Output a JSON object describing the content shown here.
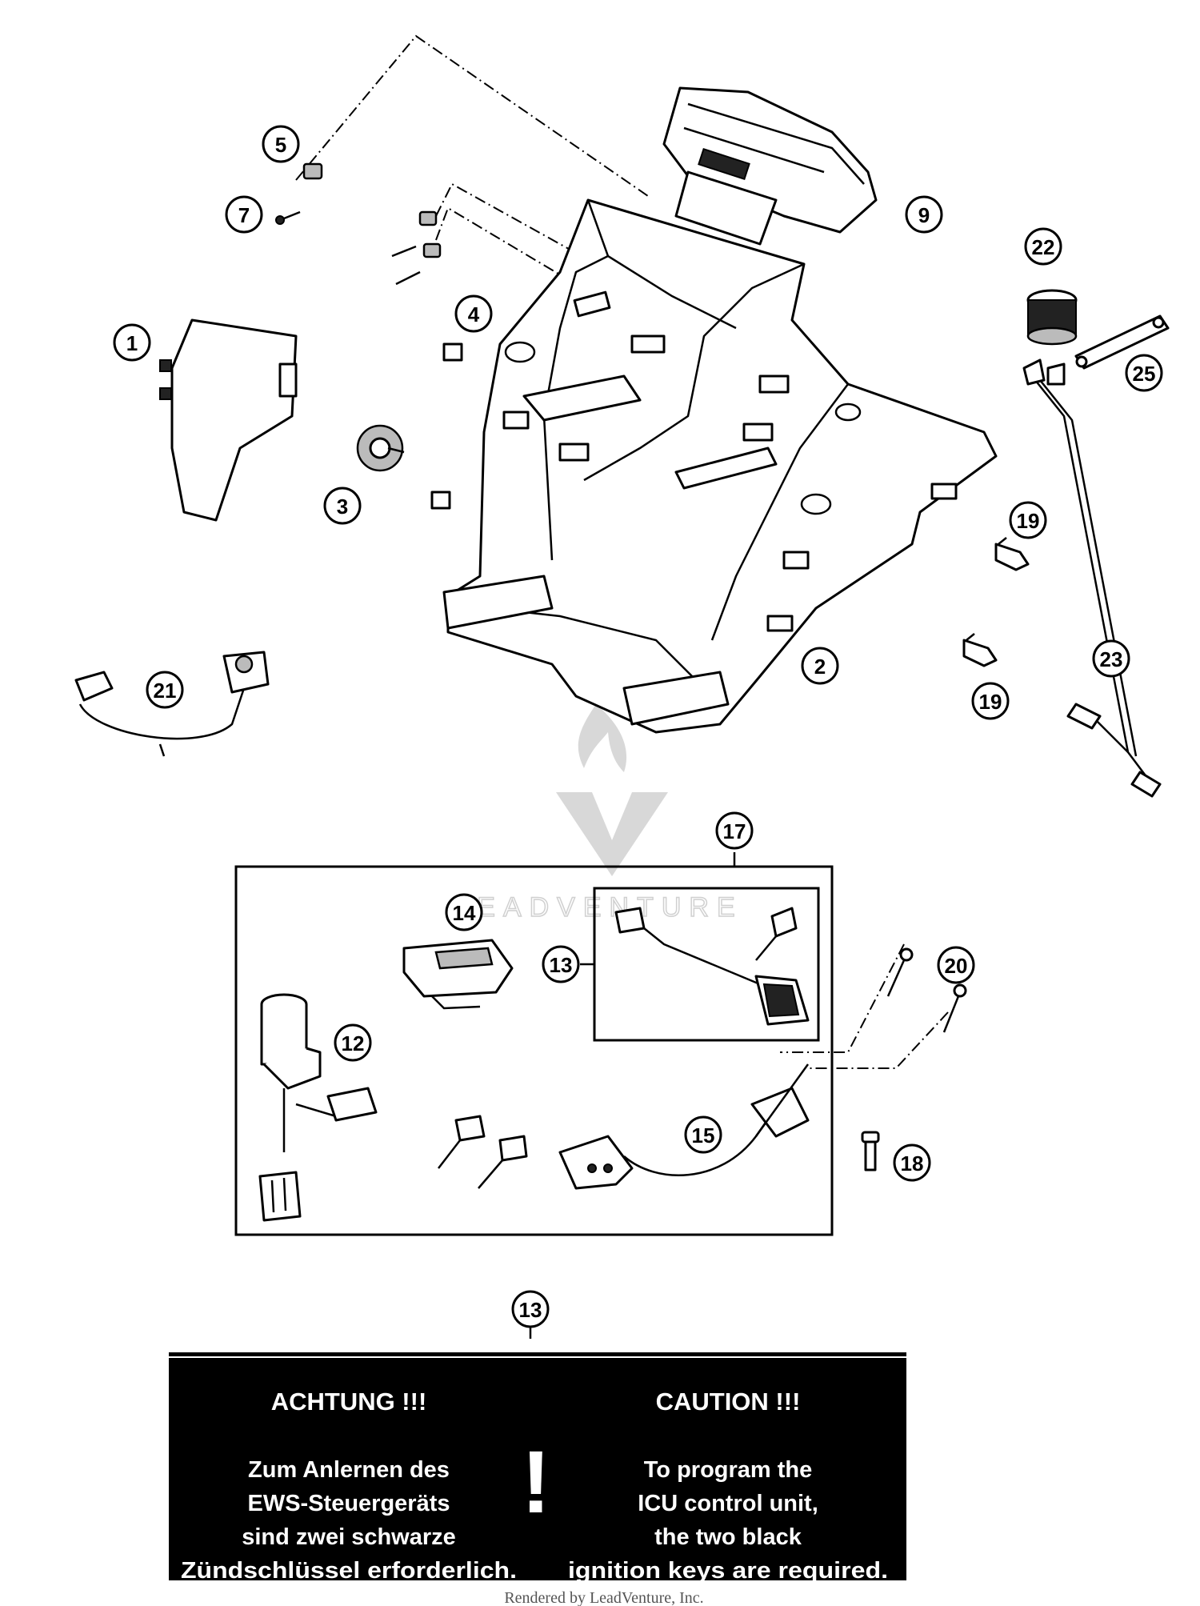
{
  "callouts": {
    "c1": "1",
    "c2": "2",
    "c3": "3",
    "c4": "4",
    "c5": "5",
    "c7": "7",
    "c9": "9",
    "c12": "12",
    "c13a": "13",
    "c13b": "13",
    "c14": "14",
    "c15": "15",
    "c17": "17",
    "c18": "18",
    "c19a": "19",
    "c19b": "19",
    "c20": "20",
    "c21": "21",
    "c22": "22",
    "c23": "23",
    "c25": "25"
  },
  "watermark": {
    "text": "LEADVENTURE"
  },
  "caution": {
    "de_heading": "ACHTUNG !!!",
    "de_lines": [
      "Zum Anlernen des",
      "EWS-Steuergeräts",
      "sind zwei schwarze",
      "Zündschlüssel erforderlich."
    ],
    "en_heading": "CAUTION !!!",
    "en_lines": [
      "To program the",
      "ICU control unit,",
      "the two black",
      "ignition keys are required."
    ],
    "symbol": "!"
  },
  "footer": {
    "text": "Rendered by LeadVenture, Inc."
  },
  "colors": {
    "ink": "#000000",
    "paper": "#ffffff",
    "watermark": "#d8d8d8"
  }
}
